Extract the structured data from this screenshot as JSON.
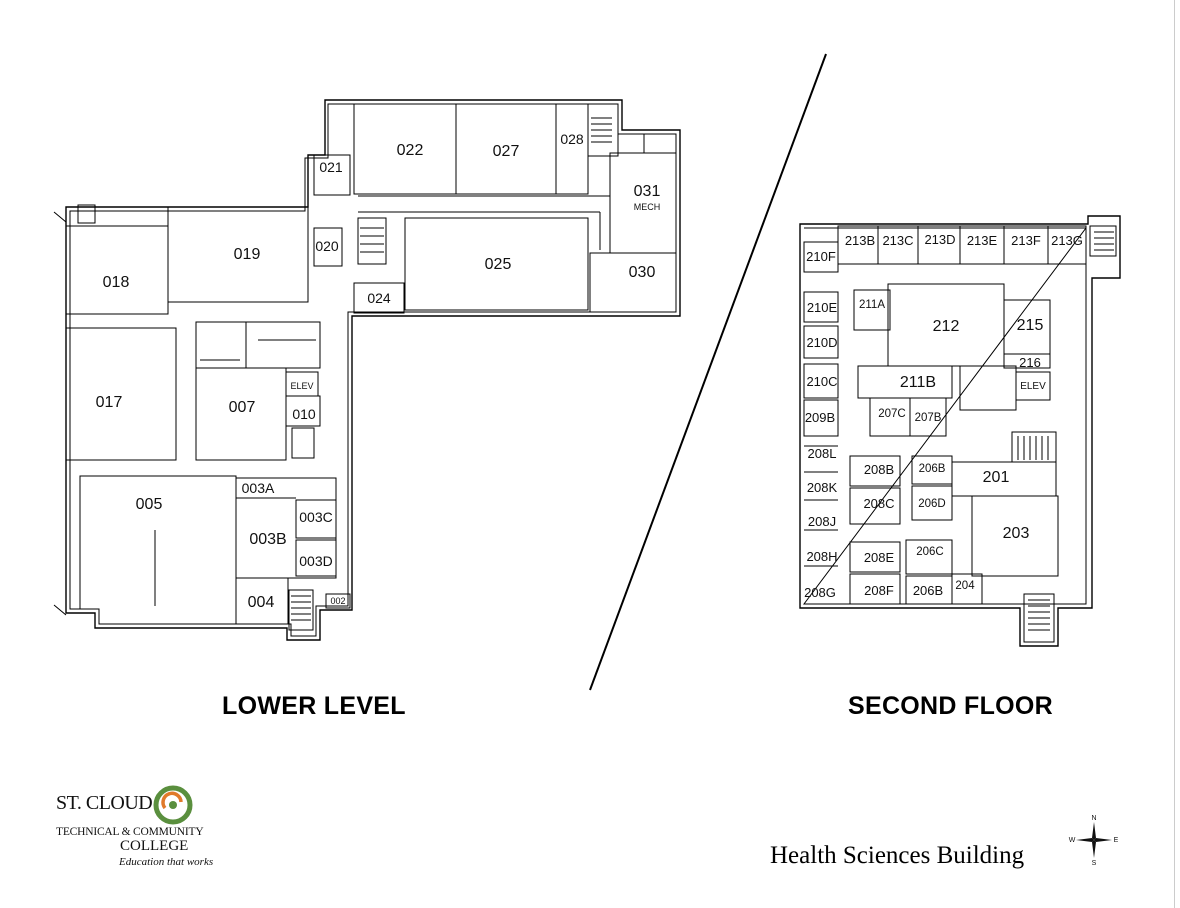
{
  "lower_level": {
    "title": "LOWER LEVEL",
    "rooms": [
      "022",
      "027",
      "028",
      "021",
      "031",
      "MECH",
      "020",
      "025",
      "030",
      "024",
      "019",
      "018",
      "ELEV",
      "007",
      "010",
      "017",
      "005",
      "003A",
      "003C",
      "003B",
      "003D",
      "004",
      "002"
    ]
  },
  "second_floor": {
    "title": "SECOND FLOOR",
    "rooms": [
      "213B",
      "213C",
      "213D",
      "213E",
      "213F",
      "213G",
      "210F",
      "211A",
      "212",
      "215",
      "210E",
      "210D",
      "216",
      "211B",
      "ELEV",
      "210C",
      "207C",
      "207B",
      "209B",
      "208L",
      "201",
      "208B",
      "206B",
      "208K",
      "208C",
      "206D",
      "208J",
      "203",
      "206C",
      "208H",
      "208E",
      "204",
      "208G",
      "208F",
      "206B"
    ]
  },
  "logo": {
    "line1": "ST. CLOUD",
    "line2": "TECHNICAL & COMMUNITY",
    "line3": "COLLEGE",
    "tagline": "Education that works",
    "colors": {
      "ring_green": "#5a8f3e",
      "ring_orange": "#e07a2a"
    }
  },
  "building_name": "Health Sciences Building",
  "compass": {
    "n": "N",
    "s": "S",
    "e": "E",
    "w": "W"
  }
}
